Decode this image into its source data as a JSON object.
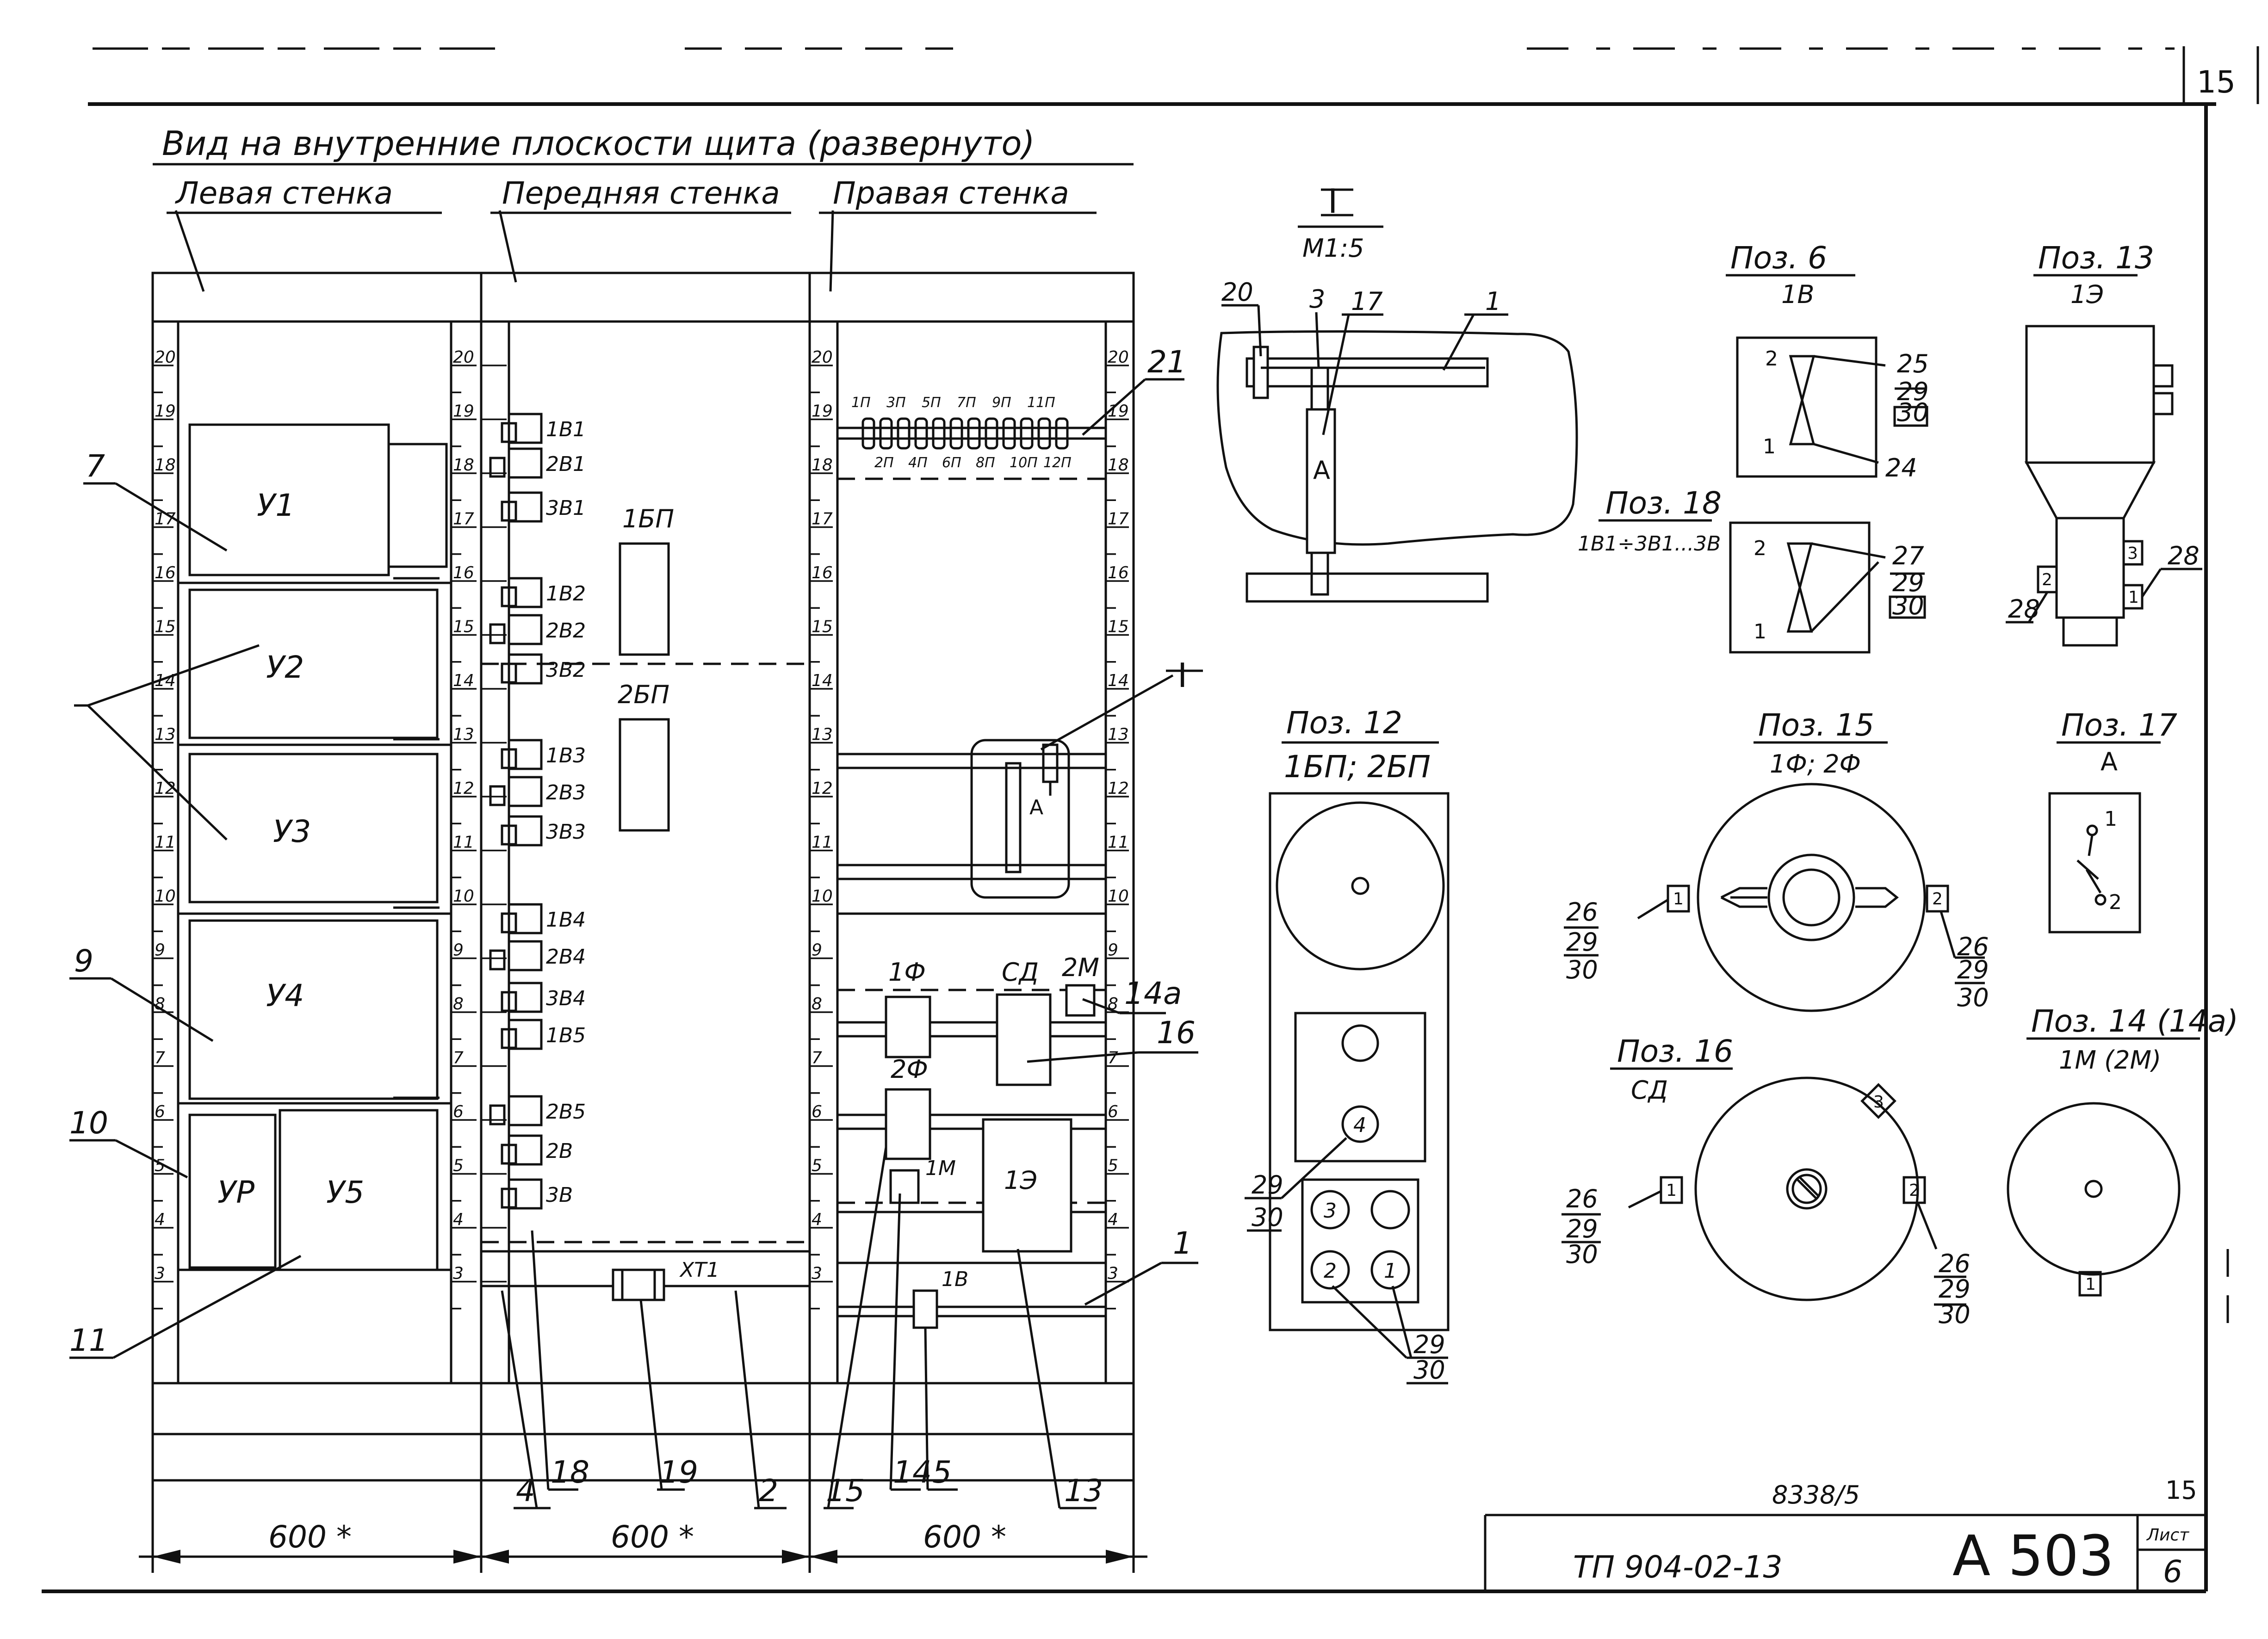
{
  "sheet": {
    "corner_number": "15",
    "doc_number": "8338/5",
    "sheet_number_top": "15",
    "code": "ТП 904-02-13",
    "album": "А 503",
    "sheet_label": "Лист",
    "sheet_value": "6"
  },
  "main": {
    "title": "Вид на внутренние плоскости щита (развернуто)",
    "walls": [
      "Левая стенка",
      "Передняя стенка",
      "Правая стенка"
    ],
    "dims": [
      "600 *",
      "600 *",
      "600 *"
    ],
    "scale_numbers": [
      "20",
      "19",
      "18",
      "17",
      "16",
      "15",
      "14",
      "13",
      "12",
      "11",
      "10",
      "9",
      "8",
      "7",
      "6",
      "5",
      "4",
      "3"
    ],
    "left_units": [
      "У1",
      "У2",
      "У3",
      "У4",
      "УР",
      "У5"
    ],
    "front_relays": [
      "1В1",
      "2В1",
      "3В1",
      "1В2",
      "2В2",
      "3В2",
      "1В3",
      "2В3",
      "3В3",
      "1В4",
      "2В4",
      "3В4",
      "1В5",
      "2В5",
      "2В",
      "3В"
    ],
    "front_fuses": [
      "1БП",
      "2БП"
    ],
    "terminal_block": "ХТ1",
    "right_top_labels": [
      "1П",
      "3П",
      "5П",
      "7П",
      "9П",
      "11П"
    ],
    "right_bottom_labels": [
      "2П",
      "4П",
      "6П",
      "8П",
      "10П",
      "12П"
    ],
    "right_devices": {
      "f1": "1Ф",
      "f2": "2Ф",
      "sd": "СД",
      "m2": "2М",
      "m1": "1М",
      "e1": "1Э",
      "b1": "1В",
      "a": "А",
      "section": "I"
    },
    "leaders": {
      "l7": "7",
      "l9": "9",
      "l10": "10",
      "l11": "11",
      "l14a": "14а",
      "l16": "16",
      "l21": "21",
      "l1": "1",
      "b4": "4",
      "b18": "18",
      "b19": "19",
      "b2": "2",
      "b15": "15",
      "b14": "14",
      "b5": "5",
      "b13": "13"
    }
  },
  "detail_I": {
    "title": "I",
    "scale": "М1:5",
    "labels": [
      "20",
      "3",
      "17",
      "1"
    ],
    "device": "А"
  },
  "pos6": {
    "title": "Поз. 6",
    "sub": "1В",
    "pins": [
      "2",
      "1"
    ],
    "refs": [
      "25",
      "29",
      "30",
      "24"
    ]
  },
  "pos18": {
    "title": "Поз. 18",
    "sub": "1В1÷3В1...3В",
    "pins": [
      "2",
      "1"
    ],
    "refs": [
      "27",
      "29",
      "30"
    ]
  },
  "pos13": {
    "title": "Поз. 13",
    "sub": "1Э",
    "pins": [
      "3",
      "1",
      "2"
    ],
    "refs": [
      "28",
      "28"
    ]
  },
  "pos12": {
    "title": "Поз. 12",
    "sub": "1БП; 2БП",
    "circle_labels": [
      "4",
      "3",
      "2",
      "1"
    ],
    "refs": [
      "29",
      "30",
      "29",
      "30"
    ]
  },
  "pos15": {
    "title": "Поз. 15",
    "sub": "1Ф; 2Ф",
    "pins": [
      "1",
      "2"
    ],
    "refs": [
      "26",
      "29",
      "30",
      "26",
      "29",
      "30"
    ]
  },
  "pos17": {
    "title": "Поз. 17",
    "sub": "А",
    "pins": [
      "1",
      "2"
    ]
  },
  "pos16": {
    "title": "Поз. 16",
    "sub": "СД",
    "pins": [
      "1",
      "2",
      "3"
    ],
    "refs": [
      "26",
      "29",
      "30",
      "26",
      "29",
      "30"
    ]
  },
  "pos14": {
    "title": "Поз. 14 (14а)",
    "sub": "1М (2М)",
    "pins": [
      "1"
    ]
  }
}
